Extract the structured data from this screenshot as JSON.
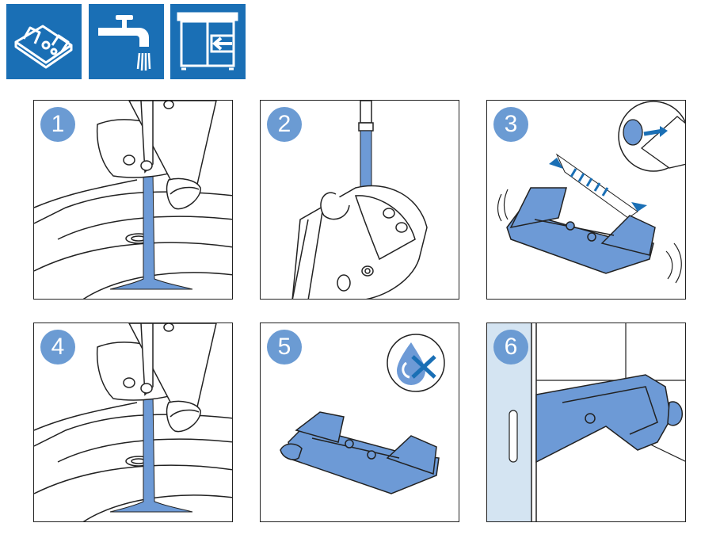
{
  "header_icons": [
    {
      "name": "cleaning-pad-icon"
    },
    {
      "name": "faucet-icon"
    },
    {
      "name": "cabinet-store-icon"
    }
  ],
  "steps": [
    {
      "number": "1",
      "illustration": "rinse-under-stream"
    },
    {
      "number": "2",
      "illustration": "rinse-pad-holder"
    },
    {
      "number": "3",
      "illustration": "shake-off-water"
    },
    {
      "number": "4",
      "illustration": "rinse-under-stream"
    },
    {
      "number": "5",
      "illustration": "let-dry-no-water"
    },
    {
      "number": "6",
      "illustration": "store-in-cabinet"
    }
  ],
  "colors": {
    "brand_blue": "#1a6fb5",
    "badge_blue": "#6b9bd3",
    "water_blue": "#6d9ad6",
    "line": "#222222"
  }
}
